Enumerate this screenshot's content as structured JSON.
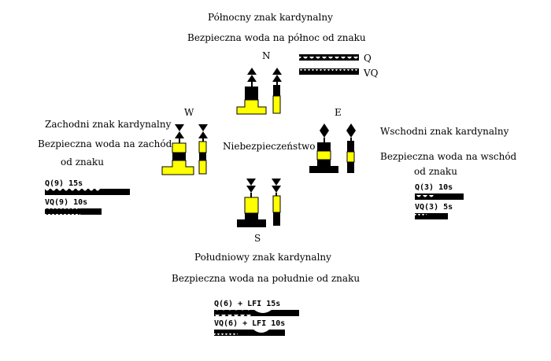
{
  "colors": {
    "black": "#000000",
    "yellow": "#ffff00",
    "background": "#ffffff",
    "light": "#ffffff"
  },
  "center_label": "Niebezpieczeństwo",
  "north": {
    "letter": "N",
    "title": "Północny znak kardynalny",
    "note": "Bezpieczna woda na północ od znaku",
    "lights": [
      {
        "label": "Q"
      },
      {
        "label": "VQ"
      }
    ]
  },
  "west": {
    "letter": "W",
    "title": "Zachodni znak kardynalny",
    "note_line1": "Bezpieczna woda na zachód",
    "note_line2": "od znaku",
    "lights": [
      {
        "label": "Q(9) 15s"
      },
      {
        "label": "VQ(9) 10s"
      }
    ]
  },
  "east": {
    "letter": "E",
    "title": "Wschodni znak kardynalny",
    "note_line1": "Bezpieczna woda na wschód",
    "note_line2": "od znaku",
    "lights": [
      {
        "label": "Q(3) 10s"
      },
      {
        "label": "VQ(3) 5s"
      }
    ]
  },
  "south": {
    "letter": "S",
    "title": "Południowy znak kardynalny",
    "note": "Bezpieczna woda na południe od znaku",
    "lights": [
      {
        "label": "Q(6) + LFI 15s"
      },
      {
        "label": "VQ(6) + LFI 10s"
      }
    ]
  }
}
